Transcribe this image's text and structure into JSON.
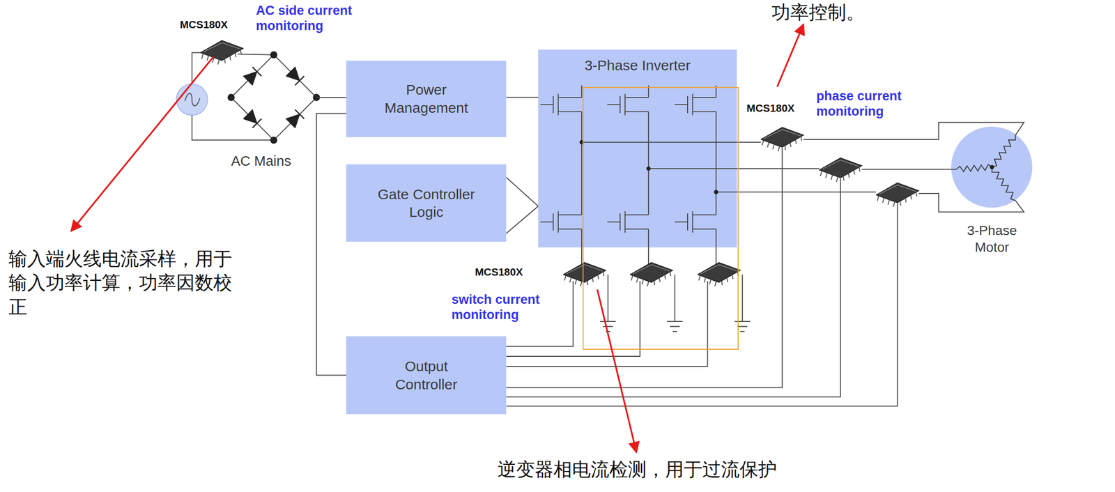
{
  "diagram": {
    "nodes": [
      {
        "text": [
          "Power Management"
        ]
      },
      {
        "text": [
          "Gate Controller Logic"
        ]
      },
      {
        "text": [
          "3-Phase Inverter"
        ]
      },
      {
        "text": [
          "Output Controller"
        ]
      },
      {
        "text": [
          "3-Phase Motor"
        ]
      }
    ],
    "edges": [
      {
        "from": 0,
        "to": 2,
        "arrow": "none"
      },
      {
        "from": 1,
        "to": 2,
        "arrow": "to"
      },
      {
        "from": 0,
        "to": 3,
        "arrow": "none"
      }
    ],
    "labels": [
      "MCS180X",
      "AC side current monitoring",
      "AC Mains",
      "MCS180X",
      "phase current monitoring",
      "MCS180X",
      "switch current monitoring",
      "输入端火线电流采样，用于 输入功率计算，功率因数校 正",
      "逆变器相电流检测，用于过流保护",
      "功率控制。"
    ]
  }
}
